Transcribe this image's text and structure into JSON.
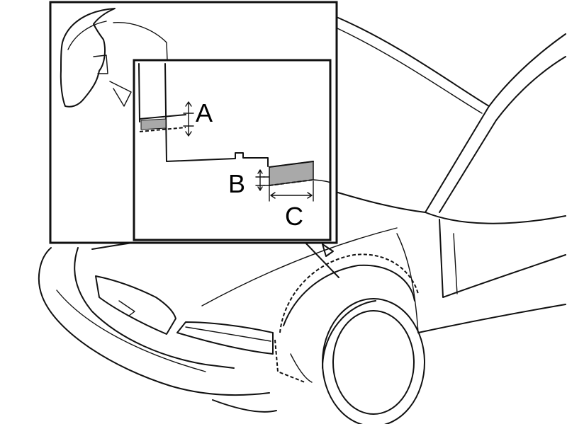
{
  "callouts": {
    "a": "A",
    "b": "B",
    "c": "C"
  },
  "colors": {
    "line": "#111111",
    "highlight": "#a9a9a9",
    "background": "#ffffff"
  }
}
